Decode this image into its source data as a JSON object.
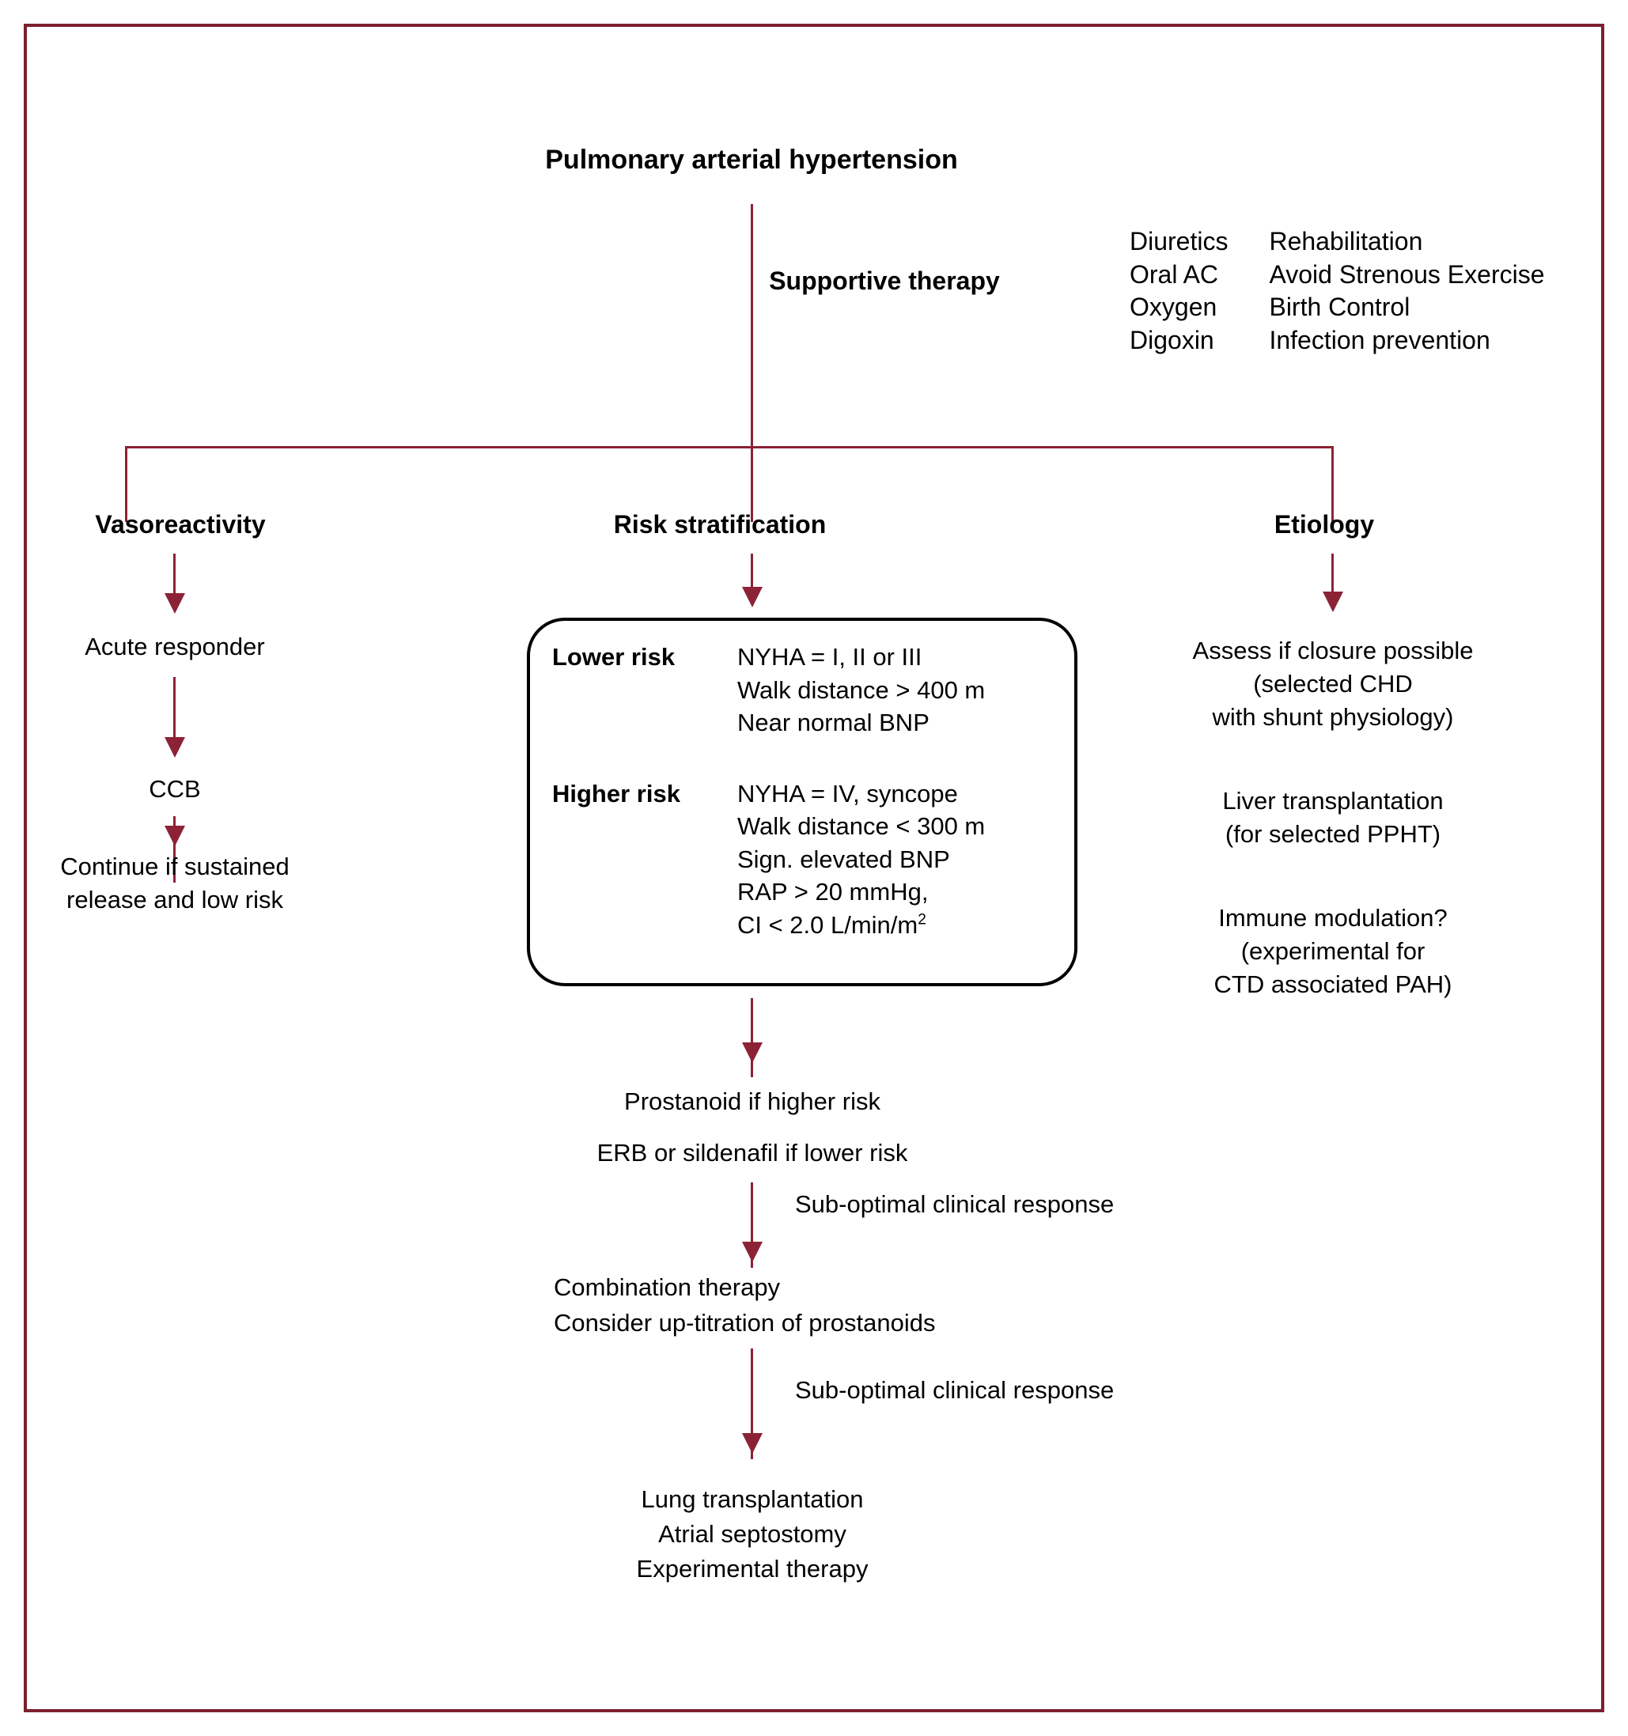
{
  "figure": {
    "border_color": "#7c1f2e",
    "connector_color": "#8c2236",
    "box_border_color": "#000000",
    "background": "#ffffff"
  },
  "title": "Pulmonary arterial hypertension",
  "supportive": {
    "label": "Supportive therapy",
    "items": [
      {
        "left": "Diuretics",
        "right": "Rehabilitation"
      },
      {
        "left": "Oral AC",
        "right": "Avoid Strenous Exercise"
      },
      {
        "left": "Oxygen",
        "right": "Birth Control"
      },
      {
        "left": "Digoxin",
        "right": "Infection  prevention"
      }
    ]
  },
  "branches": {
    "vasoreactivity": {
      "header": "Vasoreactivity",
      "step1": "Acute responder",
      "step2": "CCB",
      "step3_line1": "Continue if sustained",
      "step3_line2": "release and low risk"
    },
    "risk": {
      "header": "Risk stratification",
      "lower": {
        "label": "Lower risk",
        "criteria": [
          "NYHA = I, II or III",
          "Walk distance > 400 m",
          "Near normal BNP"
        ]
      },
      "higher": {
        "label": "Higher risk",
        "criteria": [
          "NYHA = IV, syncope",
          "Walk distance < 300 m",
          "Sign. elevated BNP",
          "RAP > 20 mmHg,"
        ],
        "criteria_ci_prefix": "CI < 2.0 L/min/m",
        "criteria_ci_sup": "2"
      }
    },
    "etiology": {
      "header": "Etiology",
      "block1_line1": "Assess if closure possible",
      "block1_line2": "(selected CHD",
      "block1_line3": "with shunt physiology)",
      "block2_line1": "Liver transplantation",
      "block2_line2": "(for selected PPHT)",
      "block3_line1": "Immune modulation?",
      "block3_line2": "(experimental for",
      "block3_line3": "CTD associated PAH)"
    }
  },
  "treatment_flow": {
    "therapy_line1": "Prostanoid if higher risk",
    "therapy_line2": "ERB or sildenafil if lower risk",
    "response_label_1": "Sub-optimal clinical response",
    "combination_line1": "Combination therapy",
    "combination_line2": "Consider up-titration of prostanoids",
    "response_label_2": "Sub-optimal clinical response",
    "final_line1": "Lung transplantation",
    "final_line2": "Atrial septostomy",
    "final_line3": "Experimental therapy"
  }
}
